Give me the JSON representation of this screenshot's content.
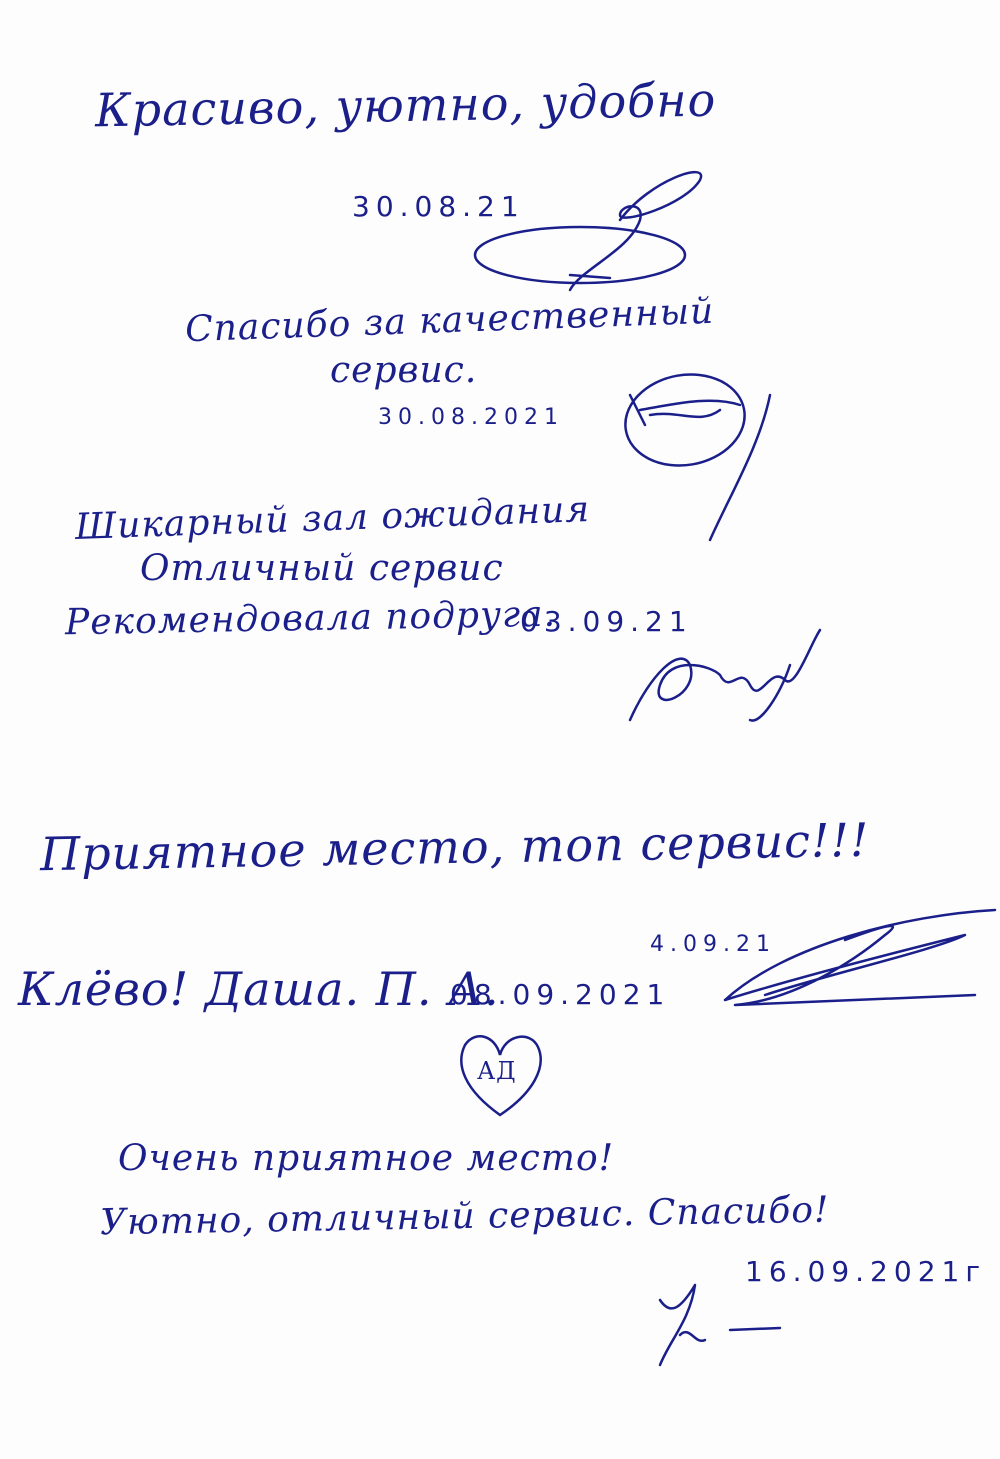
{
  "entries": [
    {
      "text": "Красиво, уютно, удобно",
      "date": "30.08.21"
    },
    {
      "text_line1": "Спасибо за качественный",
      "text_line2": "сервис.",
      "date": "30.08.2021"
    },
    {
      "text_line1": "Шикарный зал ожидания",
      "text_line2": "Отличный сервис",
      "text_line3": "Рекомендовала подруга.",
      "date": "03.09.21"
    },
    {
      "text": "Приятное место, топ сервис!!!",
      "date": "4.09.21"
    },
    {
      "text": "Клёво! Даша. П. А.",
      "date": "08.09.2021",
      "heart_initials": "АД"
    },
    {
      "text_line1": "Очень приятное место!",
      "text_line2": "Уютно, отличный сервис. Спасибо!",
      "date": "16.09.2021г"
    }
  ],
  "ink_color": "#1b1f8a"
}
